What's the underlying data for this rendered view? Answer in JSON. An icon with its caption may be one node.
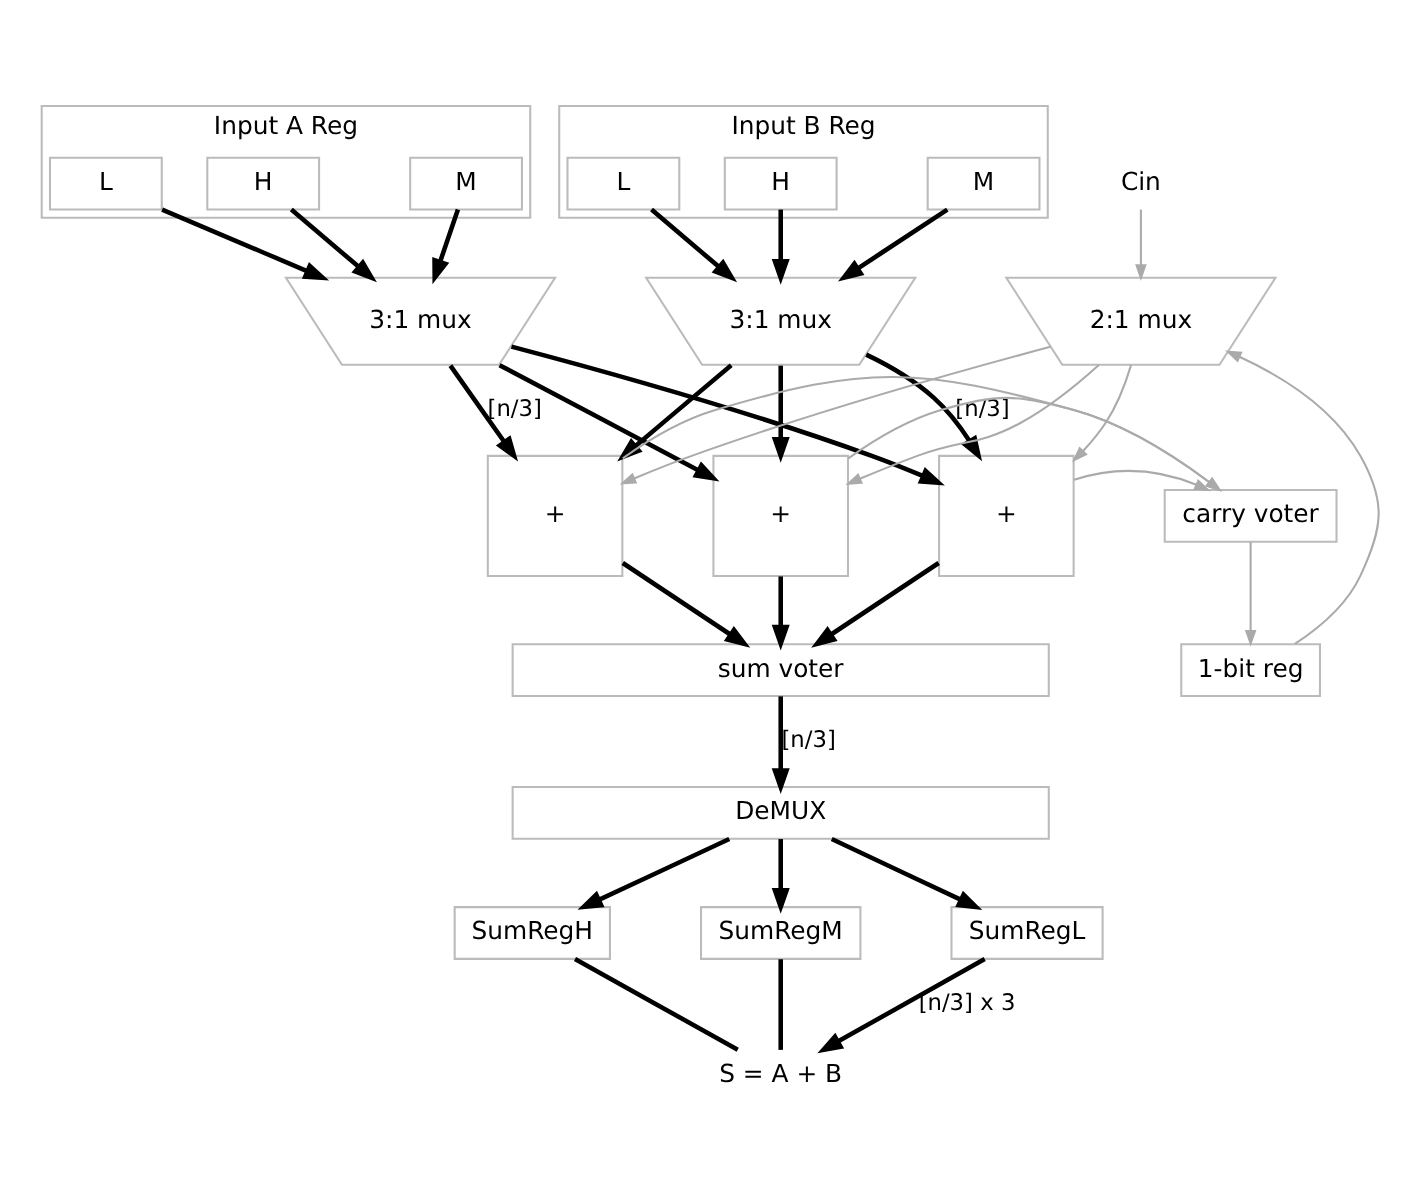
{
  "diagram": {
    "nodes": [
      {
        "text": [
          "Input A Reg"
        ]
      },
      {
        "text": [
          "H"
        ],
        "in": 0
      },
      {
        "text": [
          "M"
        ],
        "in": 0
      },
      {
        "text": [
          "L"
        ],
        "in": 0
      },
      {
        "text": [
          "Input B Reg"
        ]
      },
      {
        "text": [
          "H"
        ],
        "in": 4
      },
      {
        "text": [
          "M"
        ],
        "in": 4
      },
      {
        "text": [
          "L"
        ],
        "in": 4
      },
      {
        "text": [
          "3:1 mux"
        ]
      },
      {
        "text": [
          "3:1 mux"
        ]
      },
      {
        "text": [
          "Cin"
        ]
      },
      {
        "text": [
          "2:1 mux"
        ]
      },
      {
        "text": [
          "+"
        ]
      },
      {
        "text": [
          "+"
        ]
      },
      {
        "text": [
          "+"
        ]
      },
      {
        "text": [
          "carry voter"
        ]
      },
      {
        "text": [
          "1-bit reg"
        ]
      },
      {
        "text": [
          "sum voter"
        ]
      },
      {
        "text": [
          "DeMUX"
        ]
      },
      {
        "text": [
          "SumRegH"
        ]
      },
      {
        "text": [
          "SumRegM"
        ]
      },
      {
        "text": [
          "SumRegL"
        ]
      },
      {
        "text": [
          "S = A + B"
        ]
      }
    ],
    "edges": [
      {
        "from": 1,
        "to": 8,
        "arrow": "to"
      },
      {
        "from": 2,
        "to": 8,
        "arrow": "to"
      },
      {
        "from": 3,
        "to": 8,
        "arrow": "to"
      },
      {
        "from": 5,
        "to": 9,
        "arrow": "to"
      },
      {
        "from": 6,
        "to": 9,
        "arrow": "to"
      },
      {
        "from": 7,
        "to": 9,
        "arrow": "to"
      },
      {
        "from": 10,
        "to": 11,
        "arrow": "to",
        "color": "#aaaaaa"
      },
      {
        "from": 16,
        "to": 11,
        "arrow": "to",
        "color": "#aaaaaa"
      },
      {
        "from": 8,
        "to": 12,
        "arrow": "to",
        "label": "[n/3]"
      },
      {
        "from": 8,
        "to": 13,
        "arrow": "to"
      },
      {
        "from": 8,
        "to": 14,
        "arrow": "to"
      },
      {
        "from": 9,
        "to": 12,
        "arrow": "to"
      },
      {
        "from": 9,
        "to": 13,
        "arrow": "to"
      },
      {
        "from": 9,
        "to": 14,
        "arrow": "to",
        "label": "[n/3]"
      },
      {
        "from": 11,
        "to": 12,
        "arrow": "to",
        "color": "#aaaaaa"
      },
      {
        "from": 11,
        "to": 13,
        "arrow": "to",
        "color": "#aaaaaa"
      },
      {
        "from": 11,
        "to": 14,
        "arrow": "to",
        "color": "#aaaaaa"
      },
      {
        "from": 12,
        "to": 15,
        "arrow": "to",
        "color": "#aaaaaa"
      },
      {
        "from": 13,
        "to": 15,
        "arrow": "to",
        "color": "#aaaaaa"
      },
      {
        "from": 14,
        "to": 15,
        "arrow": "to",
        "color": "#aaaaaa"
      },
      {
        "from": 15,
        "to": 16,
        "arrow": "to",
        "color": "#aaaaaa"
      },
      {
        "from": 12,
        "to": 17,
        "arrow": "to"
      },
      {
        "from": 13,
        "to": 17,
        "arrow": "to"
      },
      {
        "from": 14,
        "to": 17,
        "arrow": "to"
      },
      {
        "from": 17,
        "to": 18,
        "arrow": "to",
        "label": "[n/3]"
      },
      {
        "from": 18,
        "to": 19,
        "arrow": "to"
      },
      {
        "from": 18,
        "to": 20,
        "arrow": "to"
      },
      {
        "from": 18,
        "to": 21,
        "arrow": "to"
      },
      {
        "from": 19,
        "to": 22,
        "arrow": "none"
      },
      {
        "from": 20,
        "to": 22,
        "arrow": "none"
      },
      {
        "from": 21,
        "to": 22,
        "arrow": "to",
        "label": "[n/3] x 3"
      }
    ]
  }
}
